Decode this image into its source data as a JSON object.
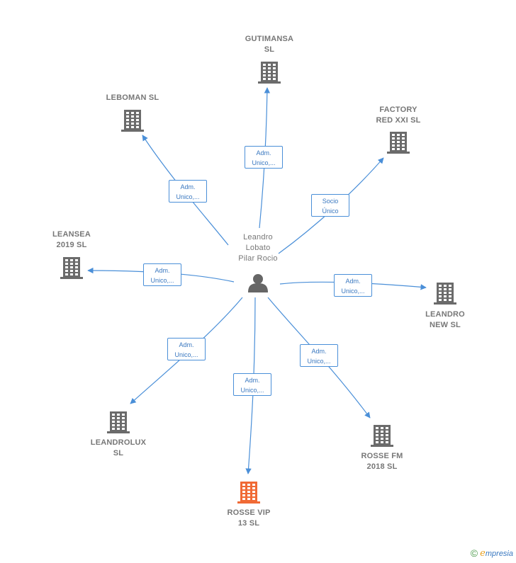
{
  "center": {
    "name_lines": [
      "Leandro",
      "Lobato",
      "Pilar Rocio"
    ],
    "icon": "person-icon"
  },
  "companies": [
    {
      "id": "gutimansa",
      "lines": [
        "GUTIMANSA",
        "SL"
      ],
      "icon": "building-icon",
      "color": "#6b6b6b",
      "edge": [
        "Adm.",
        "Unico,..."
      ]
    },
    {
      "id": "leboman",
      "lines": [
        "LEBOMAN  SL"
      ],
      "icon": "building-icon",
      "color": "#6b6b6b",
      "edge": [
        "Adm.",
        "Unico,..."
      ]
    },
    {
      "id": "factory",
      "lines": [
        "FACTORY",
        "RED XXI  SL"
      ],
      "icon": "building-icon",
      "color": "#6b6b6b",
      "edge": [
        "Socio",
        "Único"
      ]
    },
    {
      "id": "leansea",
      "lines": [
        "LEANSEA",
        "2019  SL"
      ],
      "icon": "building-icon",
      "color": "#6b6b6b",
      "edge": [
        "Adm.",
        "Unico,..."
      ]
    },
    {
      "id": "leandro-new",
      "lines": [
        "LEANDRO",
        "NEW  SL"
      ],
      "icon": "building-icon",
      "color": "#6b6b6b",
      "edge": [
        "Adm.",
        "Unico,..."
      ]
    },
    {
      "id": "leandrolux",
      "lines": [
        "LEANDROLUX",
        "SL"
      ],
      "icon": "building-icon",
      "color": "#6b6b6b",
      "edge": [
        "Adm.",
        "Unico,..."
      ]
    },
    {
      "id": "rosse-vip",
      "lines": [
        "ROSSE VIP",
        "13  SL"
      ],
      "icon": "building-icon",
      "color": "#f06a35",
      "edge": [
        "Adm.",
        "Unico,..."
      ]
    },
    {
      "id": "rosse-fm",
      "lines": [
        "ROSSE FM",
        "2018  SL"
      ],
      "icon": "building-icon",
      "color": "#6b6b6b",
      "edge": [
        "Adm.",
        "Unico,..."
      ]
    }
  ],
  "colors": {
    "edge": "#4a8fd8",
    "building": "#6b6b6b",
    "highlight": "#f06a35",
    "person": "#666666"
  },
  "footer": {
    "copyright": "©",
    "brand_initial": "e",
    "brand_rest": "mpresia"
  }
}
